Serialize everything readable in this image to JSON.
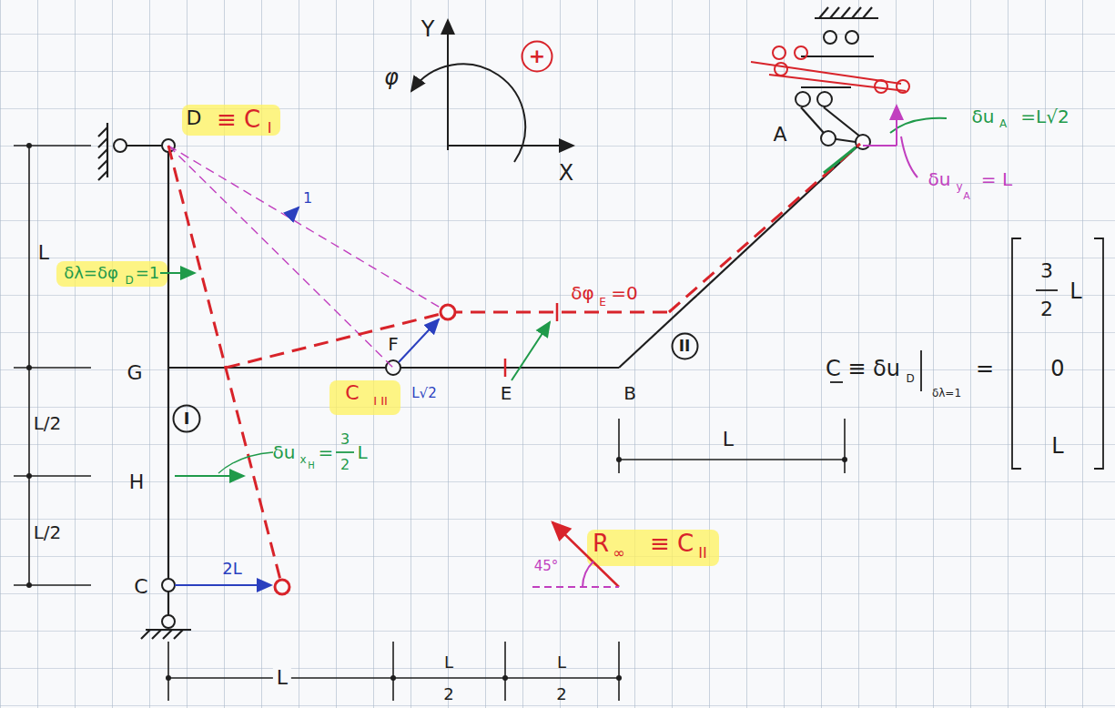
{
  "diagram": {
    "nodes": [
      {
        "text": [
          "+"
        ]
      },
      {
        "text": [
          "I"
        ]
      },
      {
        "text": [
          "II"
        ]
      }
    ],
    "labels": [
      "Y",
      "X",
      "φ",
      "D",
      "≡ C",
      "I",
      "δλ=δφ",
      "D",
      "=1",
      "1",
      "δφ",
      "E",
      "=0",
      "G",
      "F",
      "E",
      "B",
      "H",
      "C",
      "A",
      "C",
      "I II",
      "L√2",
      "δu",
      "x",
      "H",
      "=",
      "3",
      "2",
      "L",
      "2L",
      "R",
      "∞",
      "≡ C",
      "II",
      "45°",
      "δu",
      "A",
      "=L√2",
      "δu",
      "y",
      "A",
      "= L",
      "C ≡ δu",
      "D",
      "δλ=1",
      "=",
      "3",
      "2",
      "L",
      "0",
      "L",
      "L",
      "L/2",
      "L/2",
      "L",
      "L",
      "2",
      "L",
      "2",
      "L"
    ]
  }
}
